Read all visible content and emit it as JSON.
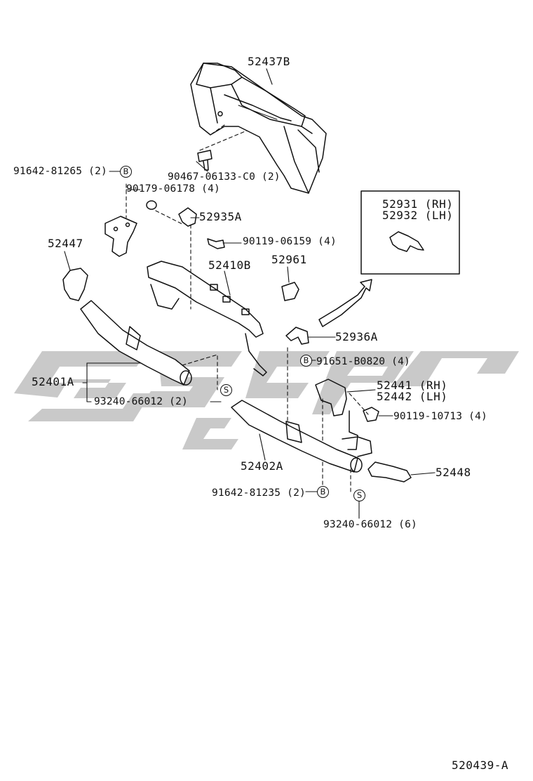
{
  "parts": {
    "p52437B": "52437B",
    "p90467": "90467-06133-C0 (2)",
    "p91642_81265": "91642-81265 (2)",
    "p90179": "90179-06178 (4)",
    "p52935A": "52935A",
    "p90119_06159": "90119-06159 (4)",
    "p52447": "52447",
    "p52410B": "52410B",
    "p52961": "52961",
    "p52931": "52931 (RH)",
    "p52932": "52932 (LH)",
    "p52936A": "52936A",
    "p91651": "91651-B0820 (4)",
    "p52401A": "52401A",
    "p93240_2": "93240-66012 (2)",
    "p52441": "52441 (RH)",
    "p52442": "52442 (LH)",
    "p90119_10713": "90119-10713 (4)",
    "p52402A": "52402A",
    "p52448": "52448",
    "p91642_81235": "91642-81235 (2)",
    "p93240_6": "93240-66012 (6)"
  },
  "symbols": {
    "bolt": "B",
    "screw": "S"
  },
  "watermark": "Gyon",
  "diagram_id": "520439-A"
}
